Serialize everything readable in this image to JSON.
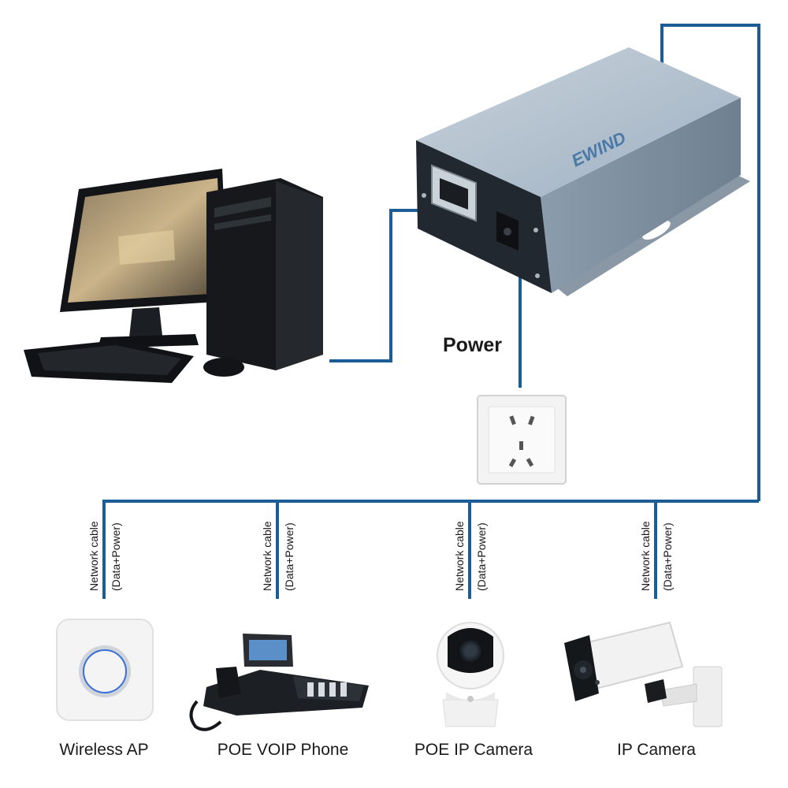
{
  "brand": {
    "name": "EWIND"
  },
  "power": {
    "label": "Power"
  },
  "cable": {
    "line1": "Network cable",
    "line2": "(Data+Power)"
  },
  "devices": [
    {
      "id": "wireless-ap",
      "label": "Wireless AP"
    },
    {
      "id": "voip-phone",
      "label": "POE VOIP Phone"
    },
    {
      "id": "poe-ip-camera",
      "label": "POE IP Camera"
    },
    {
      "id": "ip-camera",
      "label": "IP Camera"
    }
  ],
  "colors": {
    "cable": "#1c5d97",
    "device_body": "#a9b8c6",
    "device_dark": "#1b1e22"
  }
}
